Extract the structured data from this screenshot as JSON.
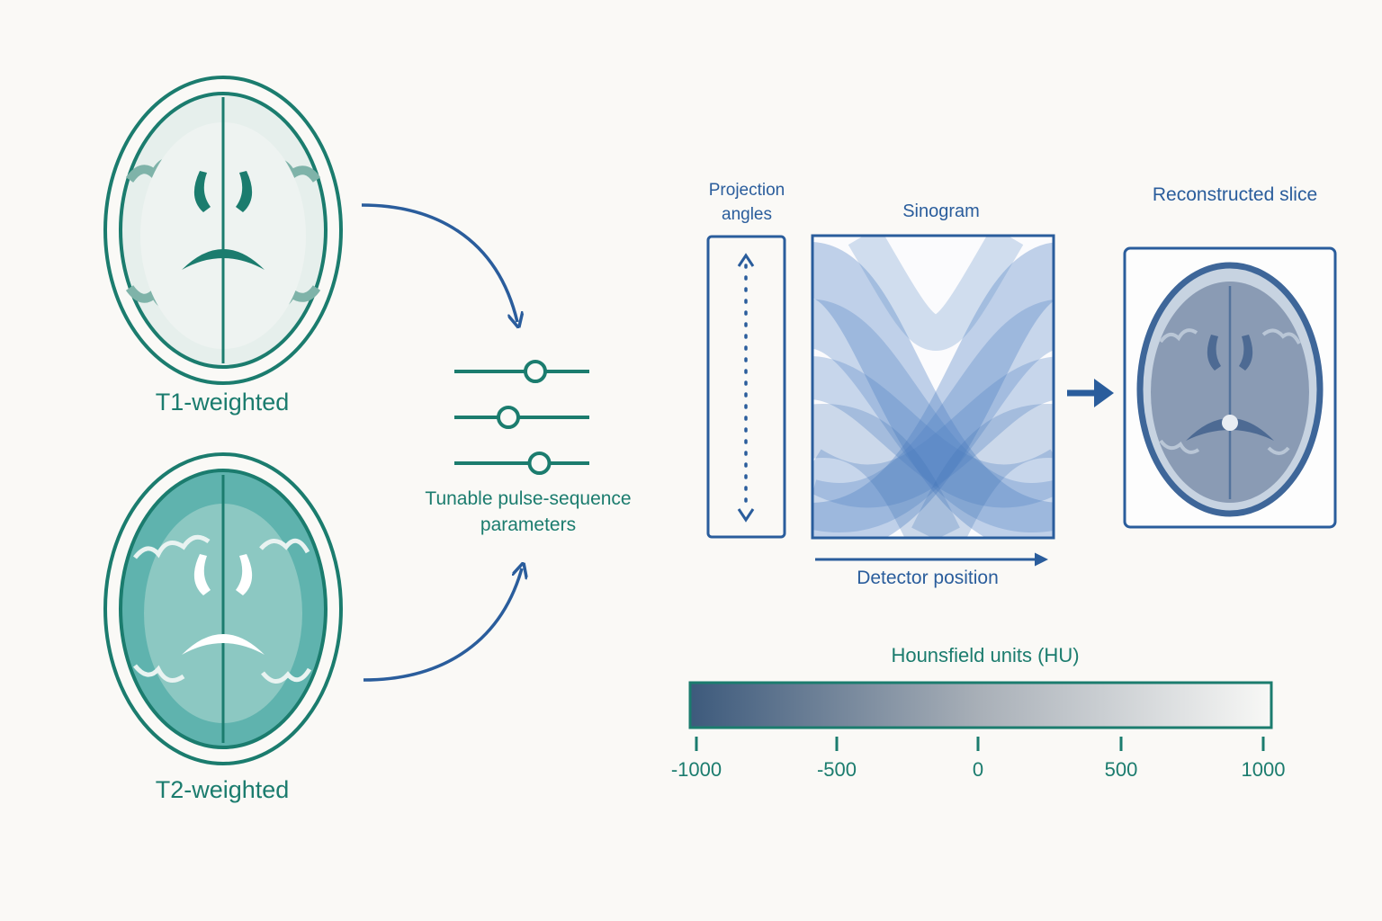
{
  "labels": {
    "t1": "T1-weighted",
    "t2": "T2-weighted",
    "parameters": "Tunable pulse-sequence parameters",
    "projection_angles": "Projection angles",
    "sinogram": "Sinogram",
    "reconstructed": "Reconstructed slice",
    "detector_position": "Detector position"
  },
  "colorbar": {
    "title": "Hounsfield units (HU)",
    "ticks": [
      "-1000",
      "-500",
      "0",
      "500",
      "1000"
    ],
    "range": [
      -1000,
      1000
    ],
    "color_low": "#3d5a7c",
    "color_high": "#f8f8f6"
  },
  "sliders": [
    {
      "value": 0.6
    },
    {
      "value": 0.4
    },
    {
      "value": 0.63
    }
  ],
  "colors": {
    "teal": "#1b7c6e",
    "blue": "#2a5d9c",
    "background": "#faf9f6"
  },
  "icons": {
    "t1_brain": "brain-axial-icon",
    "t2_brain": "brain-axial-icon",
    "ct_slice": "brain-ct-icon"
  }
}
